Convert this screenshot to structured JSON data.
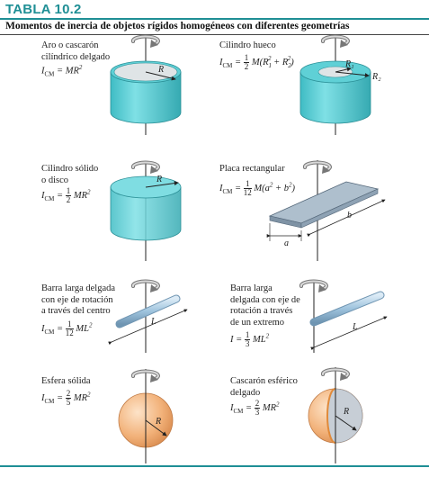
{
  "header": {
    "table_title": "TABLA 10.2",
    "subtitle": "Momentos de inercia de objetos rígidos homogéneos con diferentes geometrías"
  },
  "colors": {
    "teal": "#1f8f95",
    "cylinder": "#5fd0d6",
    "plate": "#9fb2c2",
    "rod": "#9ec3dd",
    "sphere": "#f2b27a"
  },
  "items": [
    {
      "id": "hoop",
      "label_lines": [
        "Aro o cascarón",
        "cilíndrico delgado"
      ],
      "formula": "I_CM = MR²",
      "dims": [
        "R"
      ]
    },
    {
      "id": "hollow-cylinder",
      "label_lines": [
        "Cilindro hueco"
      ],
      "formula": "I_CM = ½ M(R₁² + R₂²)",
      "dims": [
        "R₁",
        "R₂"
      ]
    },
    {
      "id": "solid-cylinder",
      "label_lines": [
        "Cilindro sólido",
        "o disco"
      ],
      "formula": "I_CM = ½ MR²",
      "dims": [
        "R"
      ]
    },
    {
      "id": "rect-plate",
      "label_lines": [
        "Placa rectangular"
      ],
      "formula": "I_CM = 1/12 M(a² + b²)",
      "dims": [
        "a",
        "b"
      ]
    },
    {
      "id": "rod-center",
      "label_lines": [
        "Barra larga delgada",
        "con eje de rotación",
        "a través del centro"
      ],
      "formula": "I_CM = 1/12 ML²",
      "dims": [
        "L"
      ]
    },
    {
      "id": "rod-end",
      "label_lines": [
        "Barra larga",
        "delgada con eje de",
        "rotación a través",
        "de un extremo"
      ],
      "formula": "I = ⅓ ML²",
      "dims": [
        "L"
      ]
    },
    {
      "id": "solid-sphere",
      "label_lines": [
        "Esfera sólida"
      ],
      "formula": "I_CM = ⅖ MR²",
      "dims": [
        "R"
      ]
    },
    {
      "id": "spherical-shell",
      "label_lines": [
        "Cascarón esférico",
        "delgado"
      ],
      "formula": "I_CM = ⅔ MR²",
      "dims": [
        "R"
      ]
    }
  ]
}
